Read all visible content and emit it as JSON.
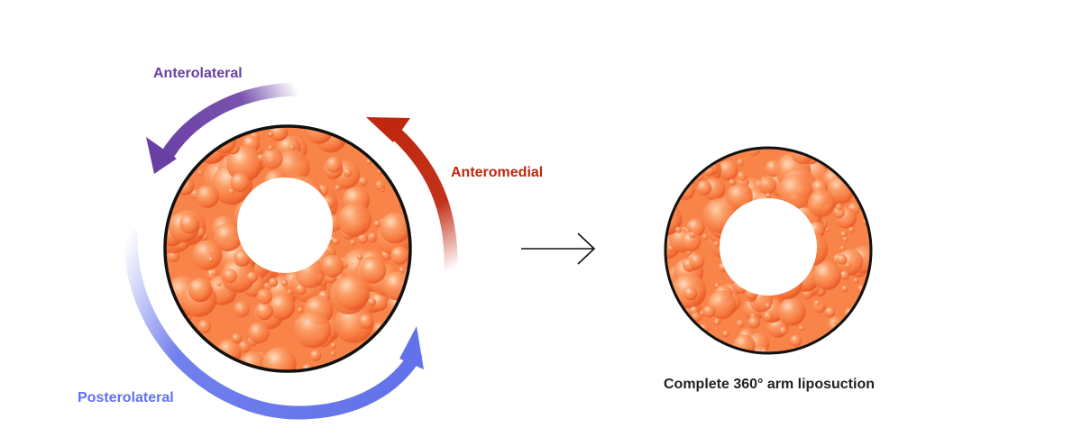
{
  "labels": {
    "anterolateral": "Anterolateral",
    "anteromedial": "Anteromedial",
    "posterolateral": "Posterolateral",
    "caption": "Complete 360° arm liposuction"
  },
  "icons": {
    "transition": "right-arrow-icon"
  },
  "colors": {
    "anterolateral": "#6a3fa4",
    "anteromedial": "#c0270f",
    "posterolateral": "#6272ea",
    "fat_base": "#fb8a4e",
    "fat_highlight": "#ffd3b0",
    "fat_shadow": "#e85a27",
    "outline": "#111111",
    "caption": "#222222"
  }
}
